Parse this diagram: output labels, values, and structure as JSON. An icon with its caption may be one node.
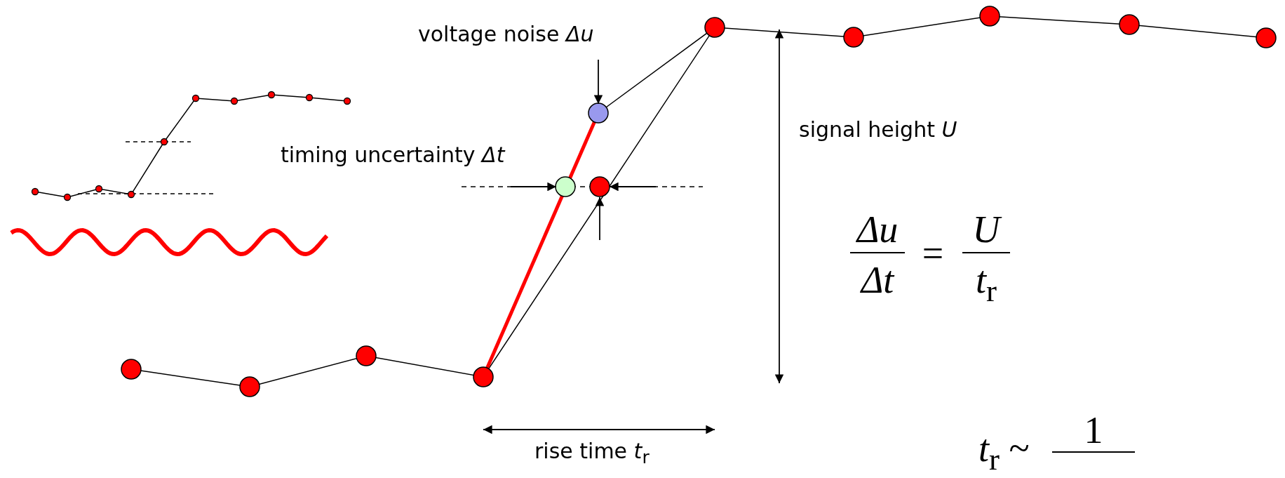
{
  "diagram": {
    "labels": [
      "voltage noise *Δu*",
      "timing uncertainty *Δt*",
      "signal height *U*",
      "*Δu*",
      "*Δt*",
      "=",
      "*U*",
      "*t*$_{r}$",
      "rise time *t*$_{r}$",
      "*t*$_{r}$ ~",
      "1"
    ]
  }
}
